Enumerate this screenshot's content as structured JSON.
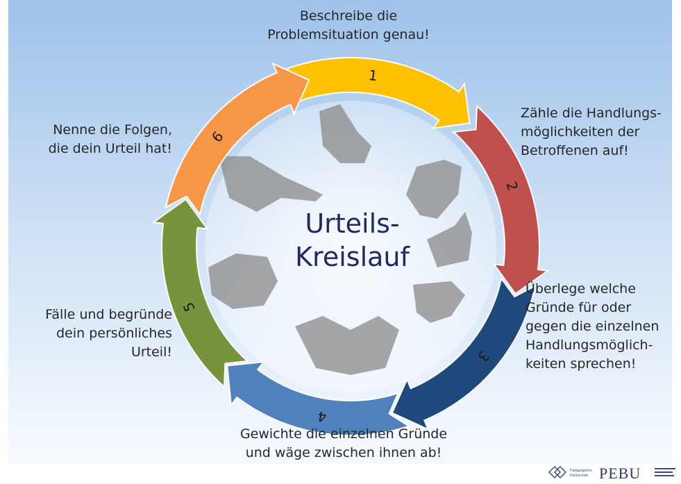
{
  "title_line1": "Urteils-",
  "title_line2": "Kreislauf",
  "steps": [
    {
      "number": "1",
      "text": "Beschreibe die\nProblemsituation genau!",
      "color": "#ffc000"
    },
    {
      "number": "2",
      "text": "Zähle die Handlungs-\nmöglichkeiten der\nBetroffenen auf!",
      "color": "#c0504d"
    },
    {
      "number": "3",
      "text": "Überlege welche\nGründe für oder\ngegen die einzelnen\nHandlungsmöglich-\nkeiten sprechen!",
      "color": "#1f497d"
    },
    {
      "number": "4",
      "text": "Gewichte die einzelnen Gründe\nund wäge zwischen ihnen ab!",
      "color": "#4f81bd"
    },
    {
      "number": "5",
      "text": "Fälle und begründe\ndein persönliches\nUrteil!",
      "color": "#77933c"
    },
    {
      "number": "6",
      "text": "Nenne die Folgen,\ndie dein Urteil hat!",
      "color": "#f79646"
    }
  ],
  "footer": {
    "logo_text": "PEBU",
    "logo_small": "Pädagogische Hochschule"
  }
}
